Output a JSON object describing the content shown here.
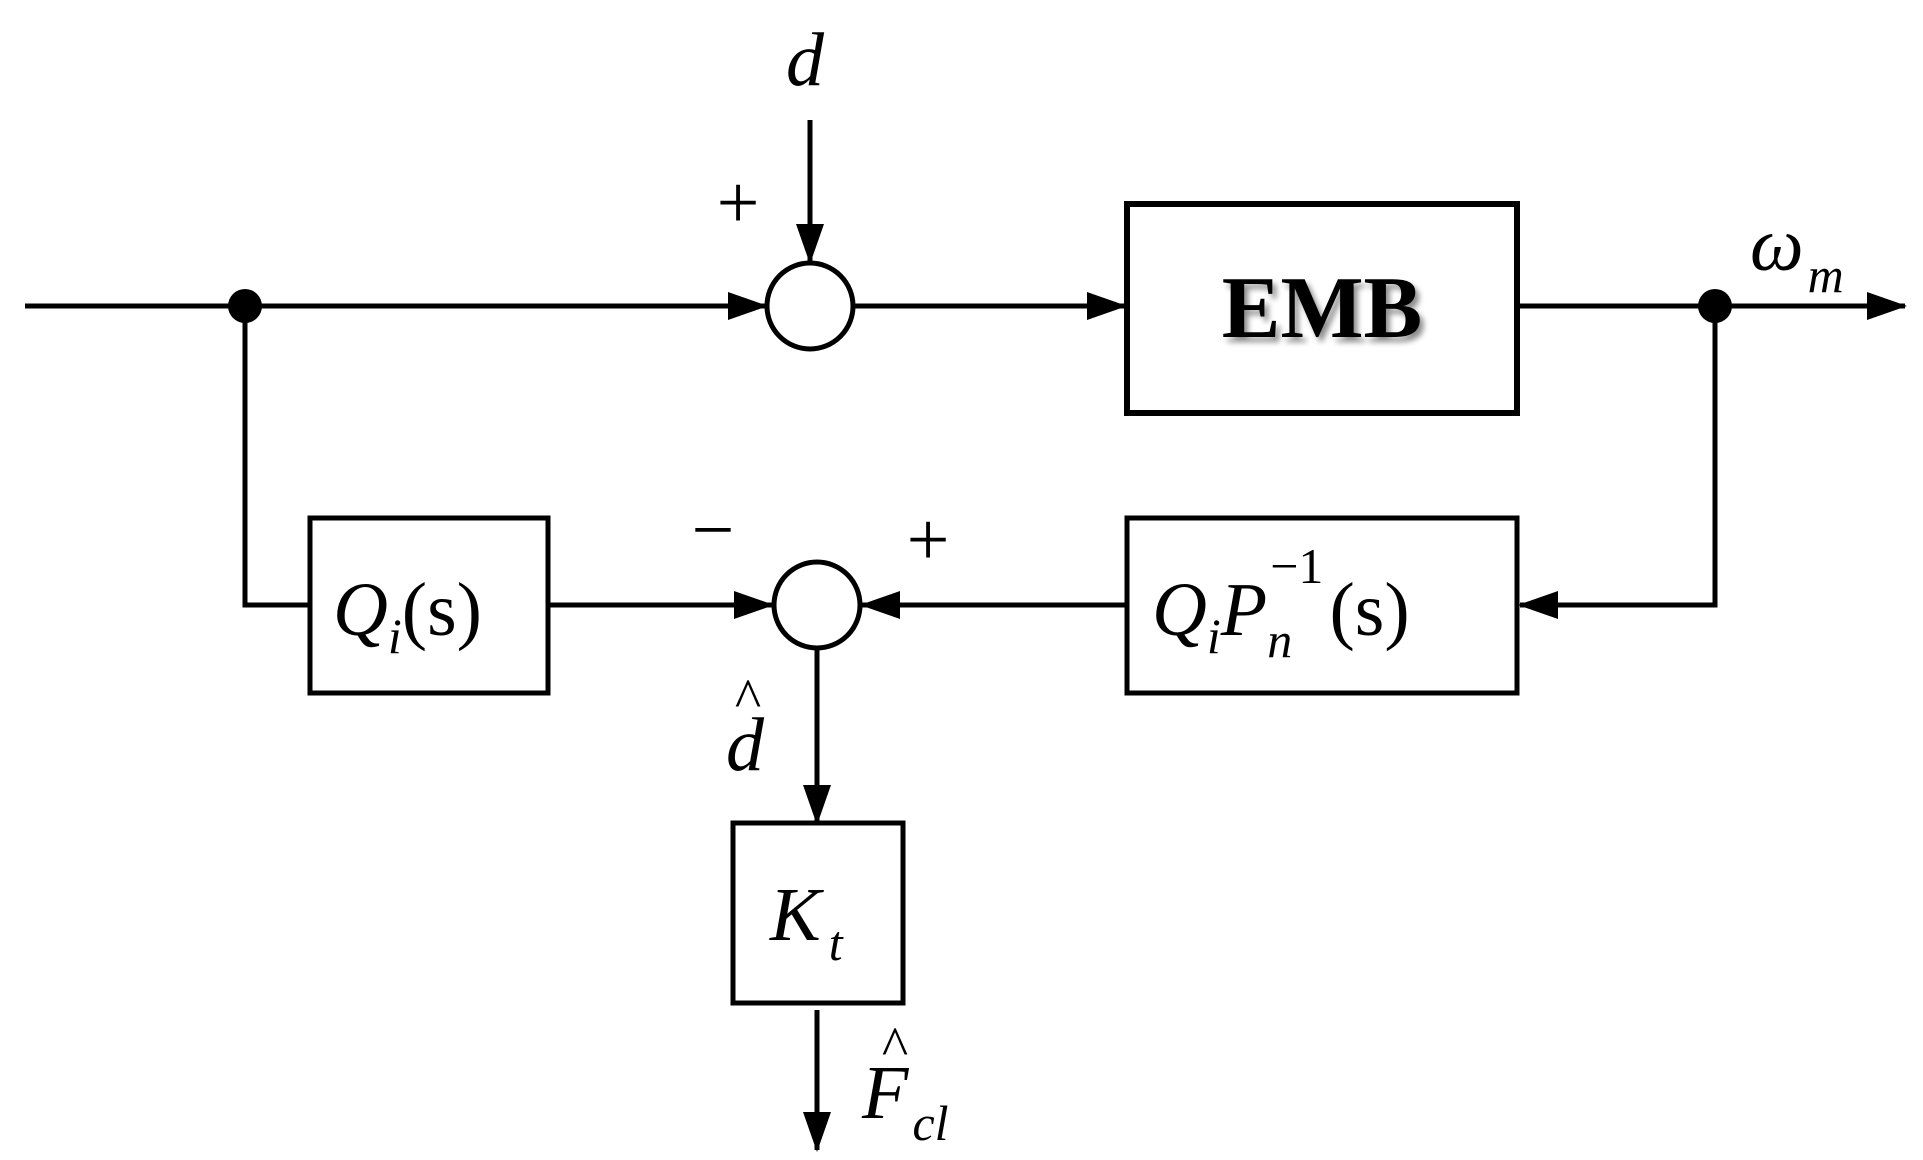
{
  "blocks": {
    "plant": {
      "label": "EMB"
    },
    "lowpass_filter": {
      "symbol": "Q",
      "subscript": "i",
      "argument": "(s)"
    },
    "inverse_model": {
      "symbol": "Q",
      "subscript": "i",
      "symbol2": "P",
      "subscript2": "n",
      "superscript2": "−1",
      "argument": "(s)"
    },
    "gain": {
      "symbol": "K",
      "subscript": "t"
    }
  },
  "signals": {
    "disturbance": "d",
    "output_symbol": "ω",
    "output_subscript": "m",
    "estimate_symbol": "d",
    "estimate_hat": "^",
    "force_symbol": "F",
    "force_hat": "^",
    "force_subscript": "cl"
  },
  "summing_junctions": {
    "top": {
      "sign": "+"
    },
    "bottom": {
      "left_sign": "−",
      "right_sign": "+"
    }
  }
}
